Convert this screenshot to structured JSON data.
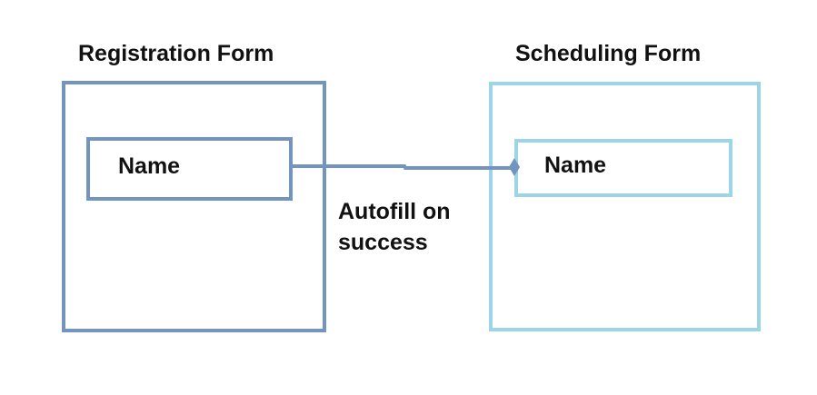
{
  "registration_form": {
    "title": "Registration Form",
    "field_label": "Name"
  },
  "scheduling_form": {
    "title": "Scheduling Form",
    "field_label": "Name"
  },
  "connector": {
    "label": "Autofill on success"
  },
  "colors": {
    "registration_border": "#7294be",
    "scheduling_border": "#9dd5e8",
    "connector_line": "#7294be",
    "text": "#111111"
  }
}
